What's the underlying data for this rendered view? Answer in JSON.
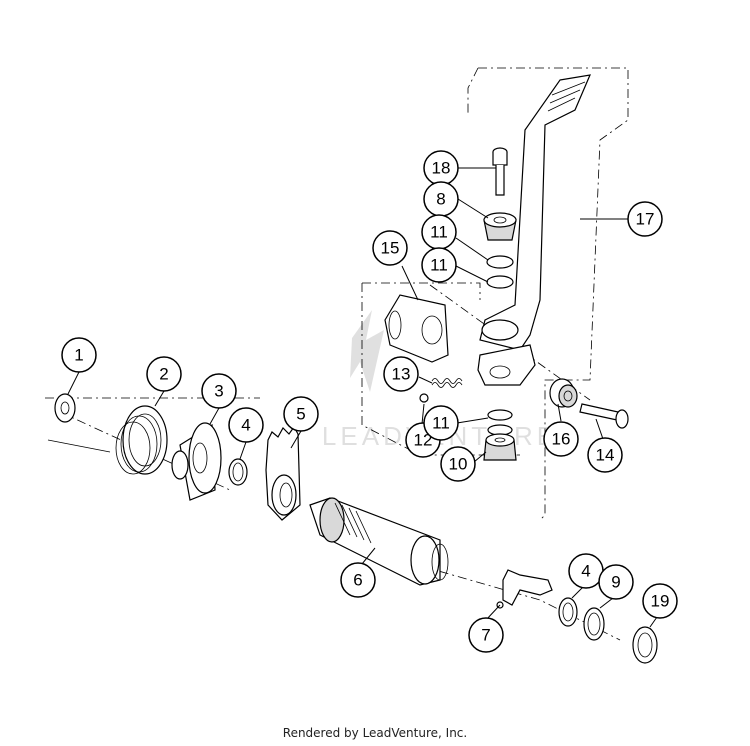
{
  "watermark": "LEADVENTURE",
  "callouts": [
    "1",
    "2",
    "3",
    "4",
    "5",
    "6",
    "7",
    "4",
    "9",
    "19",
    "18",
    "8",
    "11",
    "11",
    "15",
    "17",
    "13",
    "12",
    "11",
    "10",
    "16",
    "14"
  ],
  "footer": "Rendered by LeadVenture, Inc."
}
